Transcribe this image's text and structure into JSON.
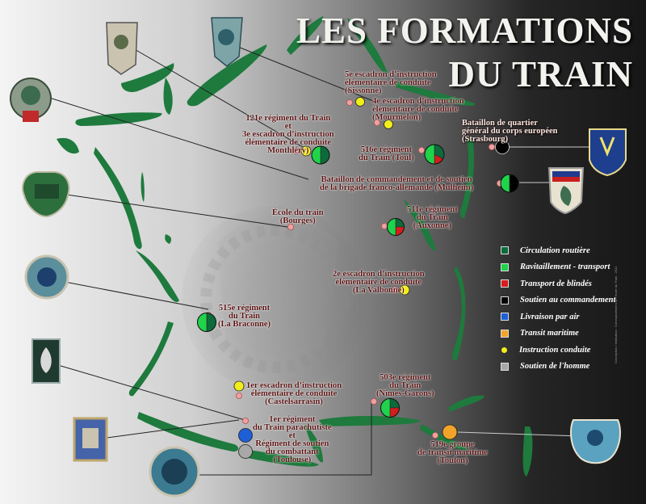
{
  "title": {
    "line1": "LES FORMATIONS",
    "line2": "DU TRAIN"
  },
  "colors": {
    "circulation": "#0c6b3b",
    "ravitaillement": "#1fd34a",
    "blindes": "#d61c1c",
    "commandement": "#000000",
    "air": "#1e5fd6",
    "maritime": "#f2a42a",
    "instruction": "#f2ee1a",
    "soutien": "#a8a8a8",
    "label_dot": "#f0a0a0"
  },
  "legend": [
    {
      "label": "Circulation routière",
      "color": "#0c6b3b",
      "shape": "square"
    },
    {
      "label": "Ravitaillement - transport",
      "color": "#1fd34a",
      "shape": "square"
    },
    {
      "label": "Transport de blindés",
      "color": "#d61c1c",
      "shape": "square"
    },
    {
      "label": "Soutien au commandement",
      "color": "#000000",
      "shape": "square"
    },
    {
      "label": "Livraison par air",
      "color": "#1e5fd6",
      "shape": "square"
    },
    {
      "label": "Transit maritime",
      "color": "#f2a42a",
      "shape": "square"
    },
    {
      "label": "Instruction conduite",
      "color": "#f2ee1a",
      "shape": "dot"
    },
    {
      "label": "Soutien de l'homme",
      "color": "#a8a8a8",
      "shape": "square"
    }
  ],
  "units": [
    {
      "id": "sissonne",
      "text": "5e escadron d’instruction\nélémentaire de conduite\n(Sissonne)"
    },
    {
      "id": "mourmelon",
      "text": "4e escadron d’instruction\nélémentaire de conduite\n(Mourmelon)"
    },
    {
      "id": "montlhery",
      "text": "121e régiment du Train\net\n3e escadron d’instruction\nélémentaire de conduite\nMonthléry)"
    },
    {
      "id": "toul",
      "text": "516e régiment\ndu Train (Toul)"
    },
    {
      "id": "strasbourg",
      "text": "Bataillon de quartier\ngénéral du corps européen\n(Strasbourg)"
    },
    {
      "id": "mulheim",
      "text": "Bataillon de commandement et de soutien\nde la brigade franco-allemande (Mulheim)"
    },
    {
      "id": "bourges",
      "text": "École du train\n(Bourges)"
    },
    {
      "id": "auxonne",
      "text": "511e régiment\ndu Train\n(Auxonne)"
    },
    {
      "id": "valbonne",
      "text": "2e escadron d’instruction\nélémentaire de conduite\n(La Valbonne)"
    },
    {
      "id": "braconne",
      "text": "515e régiment\ndu Train\n(La Braconne)"
    },
    {
      "id": "castelsarrasin",
      "text": "1er escadron d’instruction\nélémentaire de conduite\n(Castelsarrasin)"
    },
    {
      "id": "nimes",
      "text": "503e régiment\ndu Train\n(Nîmes-Garons)"
    },
    {
      "id": "toulouse",
      "text": "1er régiment\ndu Train parachutiste\net\nRégiment de soutien\ndu combattant\n(Toulouse)"
    },
    {
      "id": "toulon",
      "text": "519e groupe\nde transit maritime\n(Toulon)"
    }
  ],
  "credit": "Conception / réalisation : Commandement de l'école du Train - 2011"
}
